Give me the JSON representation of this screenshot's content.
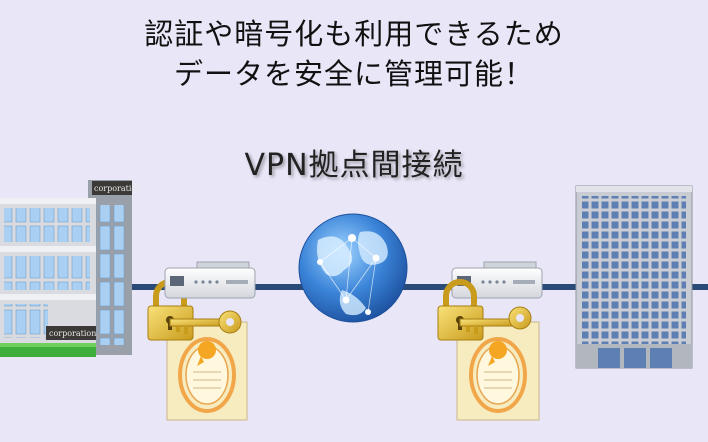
{
  "headline": {
    "line1": "認証や暗号化も利用できるため",
    "line2": "データを安全に管理可能！"
  },
  "subtitle": "VPN拠点間接続",
  "left_building": {
    "sign_top": "corporation",
    "sign_bottom": "corporation"
  },
  "colors": {
    "background": "#e9e7f7",
    "network_line": "#2a4b78",
    "lock_gold": "#e6c43a",
    "certificate": "#f6ecc0",
    "globe": "#2f6fc4"
  },
  "icons": [
    "office-building",
    "router",
    "padlock",
    "key",
    "certificate",
    "globe",
    "skyscraper"
  ]
}
